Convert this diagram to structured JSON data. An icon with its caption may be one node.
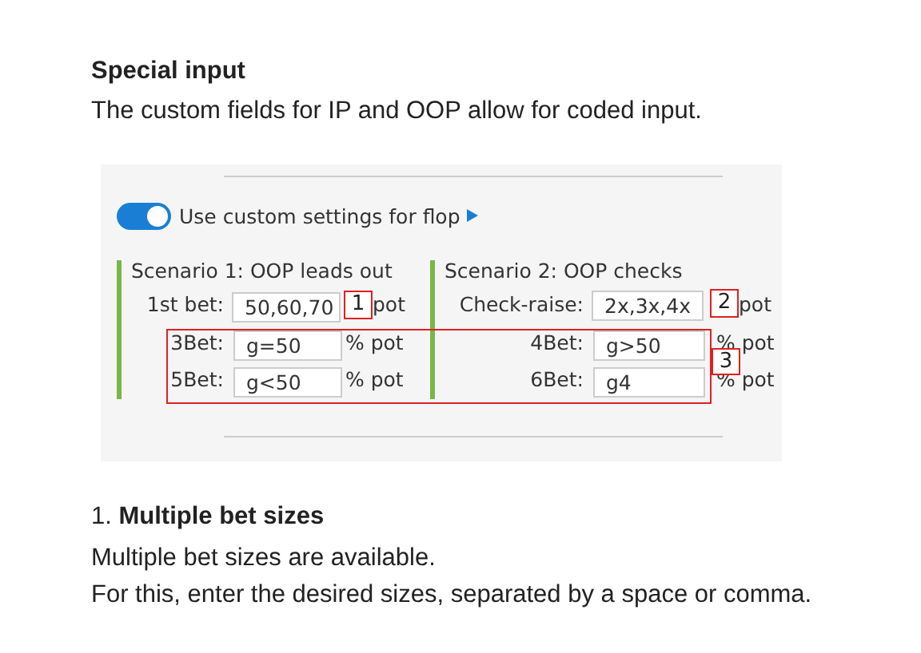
{
  "diagram": {
    "title": "Special input",
    "nodes": [
      {
        "text": [
          "50,60,70"
        ]
      },
      {
        "text": [
          "1"
        ]
      },
      {
        "text": [
          "2x,3x,4x"
        ]
      },
      {
        "text": [
          "2"
        ]
      },
      {
        "text": [],
        "shape": "box"
      },
      {
        "text": [
          "g=50"
        ],
        "in": 4
      },
      {
        "text": [
          "g>50"
        ],
        "in": 4
      },
      {
        "text": [
          "g<50"
        ],
        "in": 4
      },
      {
        "text": [
          "g4"
        ],
        "in": 4
      },
      {
        "text": [
          "3"
        ]
      }
    ],
    "labels": [
      "The custom fields for IP and OOP allow for coded input.",
      "Use custom settings for flop",
      "Scenario 1: OOP leads out",
      "Scenario 2: OOP checks",
      "1st bet:",
      "pot",
      "Check-raise:",
      "pot",
      "3Bet:",
      "% pot",
      "4Bet:",
      "% pot",
      "5Bet:",
      "% pot",
      "6Bet:",
      "% pot",
      "1. **Multiple bet sizes**",
      "Multiple bet sizes are available.",
      "For this, enter the desired sizes, separated by a space or comma."
    ]
  }
}
